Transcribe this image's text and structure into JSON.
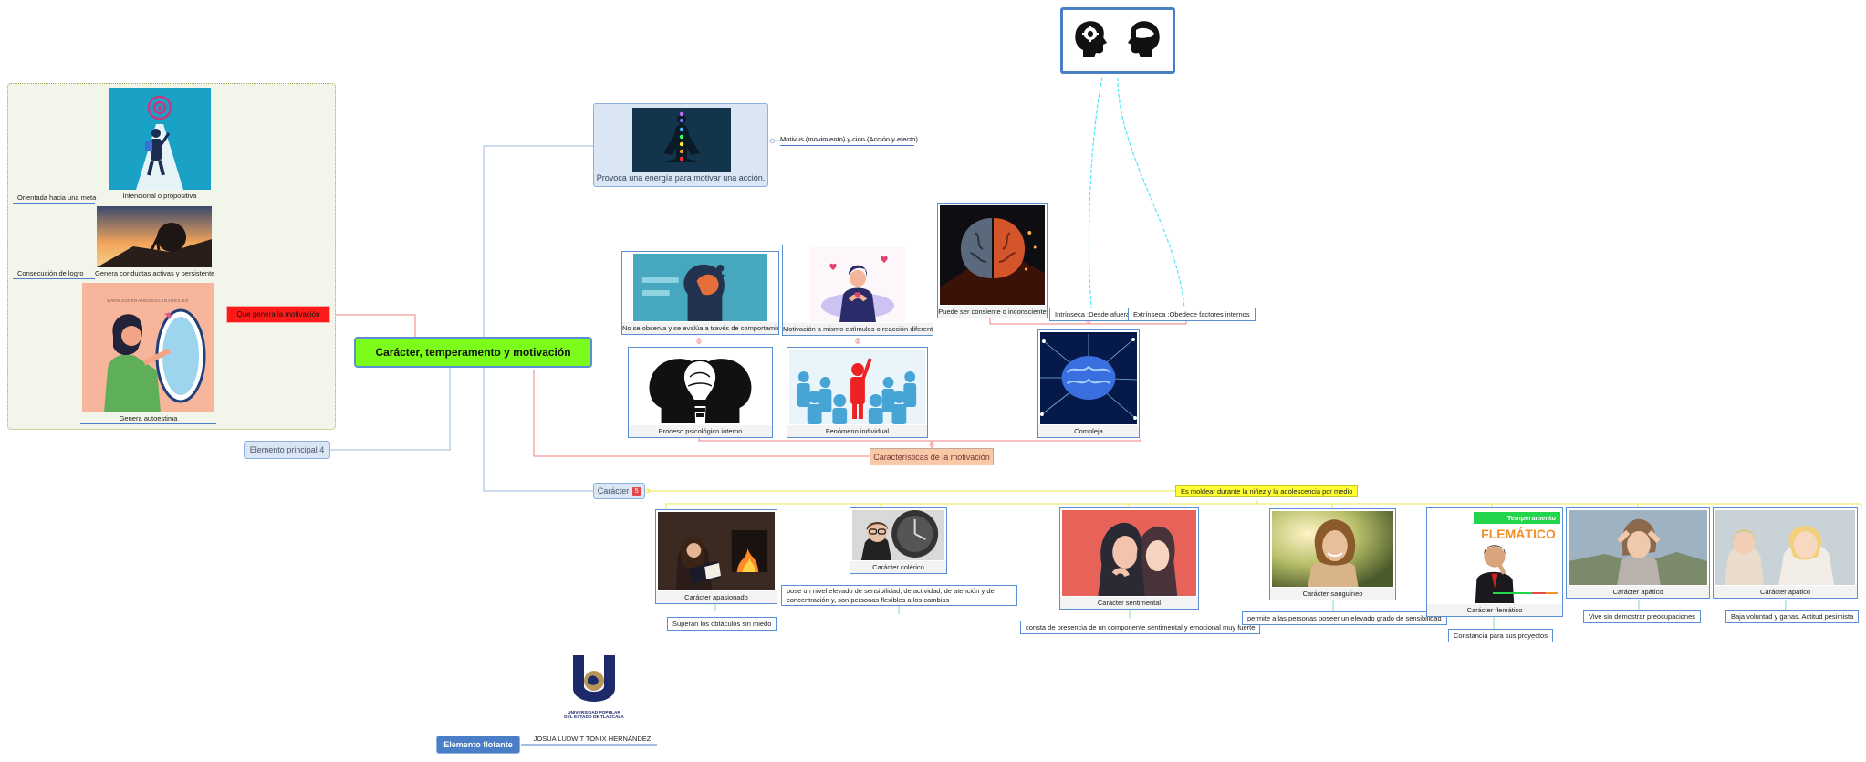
{
  "root": {
    "title": "Carácter, temperamento y motivación"
  },
  "heads": {
    "icon": "two-heads-gears-icon"
  },
  "energy": {
    "caption": "Provoca una energía para motivar una acción.",
    "detail": "Motivus (movimiento) y cion (Acción y efecto)"
  },
  "generates": {
    "label": "Que genera la motivación",
    "items": [
      {
        "side": "Orientada hacia una meta",
        "caption": "Intencional o propositiva"
      },
      {
        "side": "Consecución de logro",
        "caption": "Genera conductas activas y persistente"
      },
      {
        "caption": "Genera autoestima",
        "watermark": "WWW.SUPERANDOSOLEDADES.ES"
      }
    ]
  },
  "main4": {
    "label": "Elemento principal 4"
  },
  "features": {
    "label": "Características de la motivación",
    "items": [
      {
        "caption": "No se observa y se evalúa a través de comportamiento"
      },
      {
        "caption": "Motivación a mismo estímulos o reacción diferente"
      },
      {
        "caption": "Puede ser consiente o inconsciente"
      },
      {
        "caption": "Intrínseca :Desde afuera"
      },
      {
        "caption": "Extrínseca :Obedece factores internos"
      },
      {
        "caption": "Proceso psicológico interno"
      },
      {
        "caption": "Fenómeno individual"
      },
      {
        "caption": "Compleja"
      }
    ]
  },
  "character": {
    "label": "Carácter",
    "badge": "5",
    "note": "Es moldear durante la niñez y la adolescencia por medio",
    "items": [
      {
        "caption": "Carácter apasionado",
        "detail": "Superan los obtáculos sin miedo"
      },
      {
        "caption": "Carácter colérico",
        "detail": "pose un nivel elevado de sensibilidad, de actividad, de atención y de concentración y, son personas flexibles a los cambios"
      },
      {
        "caption": "Carácter sentimental",
        "detail": "consta de  presencia de un componente sentimental y emocional muy fuerte"
      },
      {
        "caption": "Carácter sanguíneo",
        "detail": "permite a las personas poseer un elevado grado de sensibilidad"
      },
      {
        "caption": "Carácter flemático",
        "detail": "Constancia para sus proyectos",
        "banner": "Temperamento",
        "word": "FLEMÁTICO"
      },
      {
        "caption": "Carácter apático",
        "detail": "Vive sin demostrar preocupaciones"
      },
      {
        "caption": "Carácter apático",
        "detail": "Baja voluntad y ganas. Actitud pesimista"
      }
    ]
  },
  "logo": {
    "line1": "UNIVERSIDAD POPULAR",
    "line2": "DEL ESTADO DE TLAXCALA"
  },
  "author": "JOSUA LUDWIT TONIX HERNÁNDEZ",
  "floating": {
    "label": "Elemento flotante"
  },
  "colors": {
    "root_fill": "#7cfc1a",
    "red_topic": "#ff1a1a",
    "orange_topic": "#f7c9a6",
    "accent_blue": "#5a8fd6",
    "note_yellow": "#ffff33",
    "float_blue": "#4a7fc8",
    "green_panel": "#f2f6ea"
  }
}
